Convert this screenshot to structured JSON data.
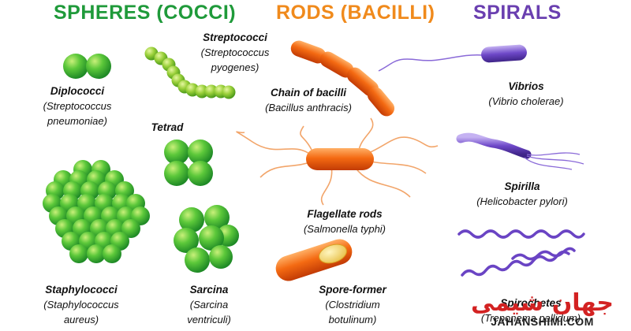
{
  "titles": {
    "spheres": "SPHERES (COCCI)",
    "rods": "RODS (BACILLI)",
    "spirals": "SPIRALS"
  },
  "labels": {
    "diplococci": {
      "name": "Diplococci",
      "species": [
        "(Streptococcus",
        "pneumoniae)"
      ]
    },
    "streptococci": {
      "name": "Streptococci",
      "species": [
        "(Streptococcus",
        "pyogenes)"
      ]
    },
    "tetrad": {
      "name": "Tetrad",
      "species": []
    },
    "staphylococci": {
      "name": "Staphylococci",
      "species": [
        "(Staphylococcus",
        "aureus)"
      ]
    },
    "sarcina": {
      "name": "Sarcina",
      "species": [
        "(Sarcina",
        "ventriculi)"
      ]
    },
    "chain_of_bacilli": {
      "name": "Chain of bacilli",
      "species": [
        "(Bacillus anthracis)"
      ]
    },
    "flagellate_rods": {
      "name": "Flagellate rods",
      "species": [
        "(Salmonella typhi)"
      ]
    },
    "spore_former": {
      "name": "Spore-former",
      "species": [
        "(Clostridium",
        "botulinum)"
      ]
    },
    "vibrios": {
      "name": "Vibrios",
      "species": [
        "(Vibrio cholerae)"
      ]
    },
    "spirilla": {
      "name": "Spirilla",
      "species": [
        "(Helicobacter pylori)"
      ]
    },
    "spirochetes": {
      "name": "Spirochetes",
      "species": [
        "(Treponema pallidum)"
      ]
    }
  },
  "watermark": {
    "persian": "جهان شیمی",
    "latin": "JAHANSHIMI.COM"
  },
  "colors": {
    "green": "#1f9a3a",
    "orange": "#f08a1c",
    "purple": "#6a3fb0"
  }
}
